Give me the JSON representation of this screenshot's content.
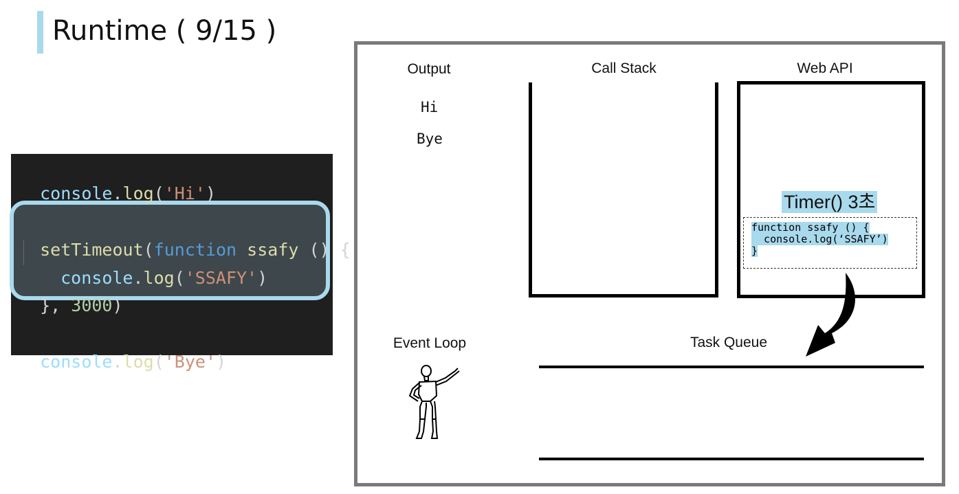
{
  "title": "Runtime ( 9/15 )",
  "code": {
    "line1": {
      "obj": "console",
      "dot": ".",
      "fn": "log",
      "open": "(",
      "str": "'Hi'",
      "close": ")"
    },
    "line2": {
      "fn": "setTimeout",
      "open": "(",
      "kw": "function",
      "name": " ssafy",
      "rest": " () {"
    },
    "line3": {
      "obj": "console",
      "dot": ".",
      "fn": "log",
      "open": "(",
      "str": "'SSAFY'",
      "close": ")"
    },
    "line4": {
      "punc": "}, ",
      "num": "3000",
      "close": ")"
    },
    "line5": {
      "obj": "console",
      "dot": ".",
      "fn": "log",
      "open": "(",
      "str": "'Bye'",
      "close": ")"
    }
  },
  "runtime": {
    "output_label": "Output",
    "output_lines": [
      "Hi",
      "Bye"
    ],
    "call_stack_label": "Call Stack",
    "web_api_label": "Web API",
    "timer_label": "Timer() 3초",
    "timer_code": [
      "function ssafy () {",
      "  console.log(‘SSAFY’)",
      "}"
    ],
    "event_loop_label": "Event Loop",
    "task_queue_label": "Task Queue"
  },
  "icons": {
    "figure": "mannequin-pointing-icon",
    "arrow": "curved-arrow-icon"
  }
}
